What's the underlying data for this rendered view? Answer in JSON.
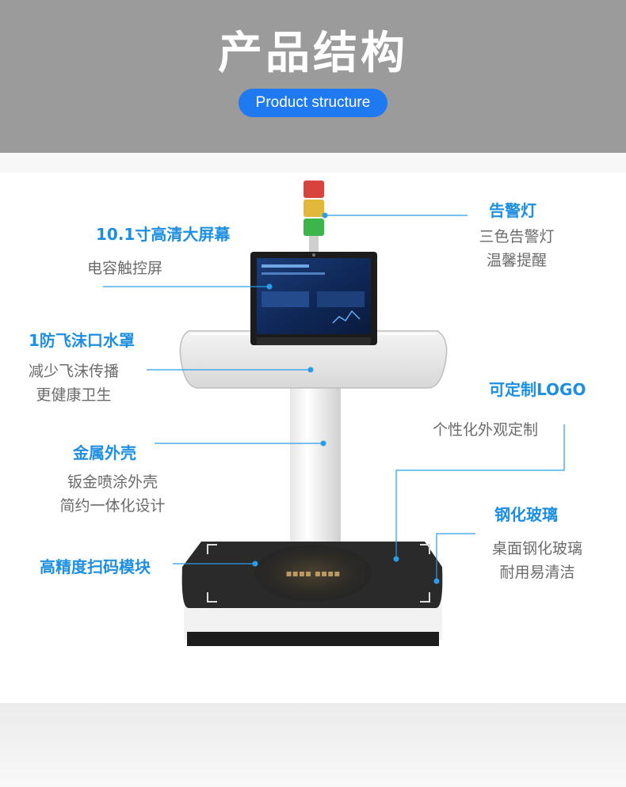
{
  "header": {
    "title": "产品结构",
    "subtitle": "Product structure"
  },
  "features": {
    "screen": {
      "title": "10.1寸高清大屏幕",
      "desc": "电容触控屏"
    },
    "mask": {
      "title": "1防飞沫口水罩",
      "desc1": "减少飞沫传播",
      "desc2": "更健康卫生"
    },
    "shell": {
      "title": "金属外壳",
      "desc1": "钣金喷涂外壳",
      "desc2": "简约一体化设计"
    },
    "scanner": {
      "title": "高精度扫码模块"
    },
    "light": {
      "title": "告警灯",
      "desc1": "三色告警灯",
      "desc2": "温馨提醒"
    },
    "logo": {
      "title": "可定制LOGO",
      "desc": "个性化外观定制"
    },
    "glass": {
      "title": "钢化玻璃",
      "desc1": "桌面钢化玻璃",
      "desc2": "耐用易清洁"
    }
  },
  "colors": {
    "accent": "#1e8fe0",
    "pill": "#1f79f0",
    "header_bg": "#9b9b9b"
  }
}
